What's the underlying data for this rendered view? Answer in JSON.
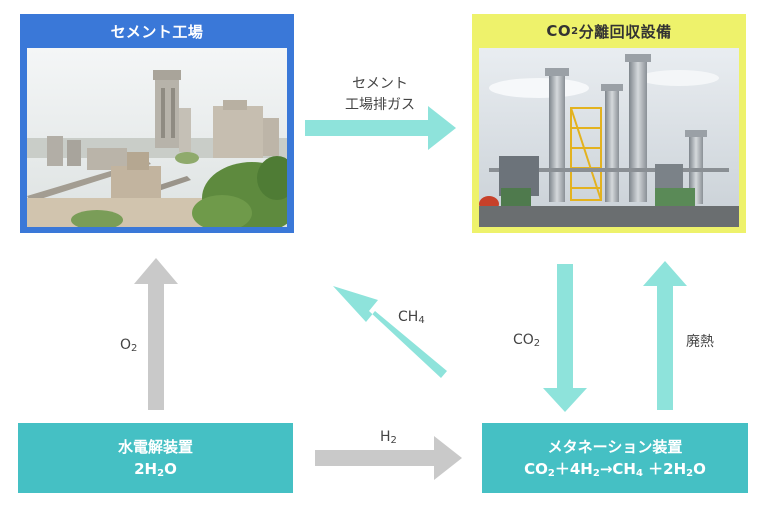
{
  "boxes": {
    "cement_plant": {
      "title": "セメント工場"
    },
    "co2_separation": {
      "title_prefix": "CO",
      "title_sub": "2",
      "title_suffix": "分離回収設備"
    },
    "electrolysis": {
      "line1": "水電解装置",
      "line2_a": "2H",
      "line2_sub": "2",
      "line2_b": "O"
    },
    "methanation": {
      "line1": "メタネーション装置",
      "eq_1": "CO",
      "eq_2": "2",
      "eq_3": "＋4H",
      "eq_4": "2",
      "eq_5": "→CH",
      "eq_6": "4",
      "eq_7": " ＋2H",
      "eq_8": "2",
      "eq_9": "O"
    }
  },
  "labels": {
    "exhaust_gas_line1": "セメント",
    "exhaust_gas_line2": "工場排ガス",
    "o2_a": "O",
    "o2_sub": "2",
    "ch4_a": "CH",
    "ch4_sub": "4",
    "co2_a": "CO",
    "co2_sub": "2",
    "waste_heat": "廃熱",
    "h2_a": "H",
    "h2_sub": "2"
  },
  "colors": {
    "cement_border": "#3a78d8",
    "separation_border": "#eef26b",
    "process_fill": "#45c0c4",
    "cyan_arrow": "#8ee3db",
    "gray_arrow": "#c9c9c9"
  }
}
